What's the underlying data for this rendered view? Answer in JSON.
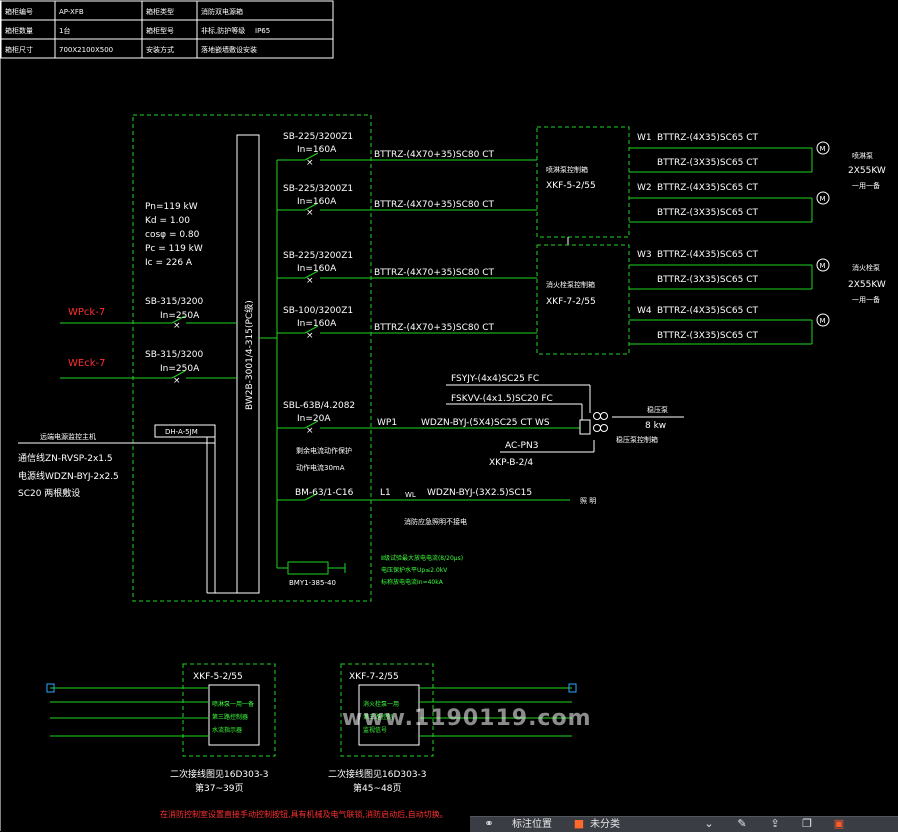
{
  "title_block": {
    "rows": [
      {
        "k1": "箱柜编号",
        "v1": "AP-XFB",
        "k2": "箱柜类型",
        "v2": "消防双电源箱"
      },
      {
        "k1": "箱柜数量",
        "v1": "1台",
        "k2": "箱柜型号",
        "v2": "非标,防护等级",
        "v2b": "IP65"
      },
      {
        "k1": "箱柜尺寸",
        "v1": "700X2100X500",
        "k2": "安装方式",
        "v2": "落地嵌墙敷设安装"
      }
    ]
  },
  "params": {
    "pn": "Pn=119  kW",
    "kd": "Kd  = 1.00",
    "cos": "cosφ  = 0.80",
    "pc": "Pc  =  119  kW",
    "ic": "Ic  =  226  A"
  },
  "incoming": [
    {
      "label": "WPck-7",
      "breaker": "SB-315/3200",
      "rating": "In=250A"
    },
    {
      "label": "WEck-7",
      "breaker": "SB-315/3200",
      "rating": "In=250A"
    }
  ],
  "busbar_label": "BW2B-3001/4-315(PC级)",
  "dhpj": "DH-A-5JM",
  "remote": {
    "title": "远端电源监控主机",
    "l1": "通信线ZN-RVSP-2x1.5",
    "l2": "电源线WDZN-BYJ-2x2.5",
    "l3": "SC20 两根敷设"
  },
  "outgoing": [
    {
      "breaker": "SB-225/3200Z1",
      "rating": "In=160A",
      "cable": "BTTRZ-(4X70+35)SC80 CT"
    },
    {
      "breaker": "SB-225/3200Z1",
      "rating": "In=160A",
      "cable": "BTTRZ-(4X70+35)SC80 CT"
    },
    {
      "breaker": "SB-225/3200Z1",
      "rating": "In=160A",
      "cable": "BTTRZ-(4X70+35)SC80 CT"
    },
    {
      "breaker": "SB-100/3200Z1",
      "rating": "In=160A",
      "cable": "BTTRZ-(4X70+35)SC80 CT"
    }
  ],
  "cabinets": [
    {
      "top": "喷淋泵控制箱",
      "name": "XKF-5-2/55"
    },
    {
      "top": "消火栓泵控制箱",
      "name": "XKF-7-2/55"
    }
  ],
  "motor_lines": [
    {
      "code": "W1",
      "cable": "BTTRZ-(4X35)SC65 CT"
    },
    {
      "code": "",
      "cable": "BTTRZ-(3X35)SC65 CT"
    },
    {
      "code": "W2",
      "cable": "BTTRZ-(4X35)SC65 CT"
    },
    {
      "code": "",
      "cable": "BTTRZ-(3X35)SC65 CT"
    },
    {
      "code": "W3",
      "cable": "BTTRZ-(4X35)SC65 CT"
    },
    {
      "code": "",
      "cable": "BTTRZ-(3X35)SC65 CT"
    },
    {
      "code": "W4",
      "cable": "BTTRZ-(4X35)SC65 CT"
    },
    {
      "code": "",
      "cable": "BTTRZ-(3X35)SC65 CT"
    }
  ],
  "pumps": [
    {
      "name": "喷淋泵",
      "spec": "2X55KW",
      "note": "一用一备"
    },
    {
      "name": "消火栓泵",
      "spec": "2X55KW",
      "note": "一用一备"
    }
  ],
  "branch_wp": {
    "breaker": "SBL-63B/4.2082",
    "rating": "In=20A",
    "code": "WP1",
    "cable": "WDZN-BYJ-(5X4)SC25 CT WS",
    "note1": "剩余电流动作保护",
    "note2": "动作电流30mA",
    "fc1": "FSYJY-(4x4)SC25 FC",
    "fc2": "FSKVV-(4x1.5)SC20 FC",
    "ac": "AC-PN3",
    "xkp": "XKP-B-2/4",
    "pump": "稳压泵",
    "kw": "8 kw",
    "ctrl": "稳压泵控制箱"
  },
  "branch_l1": {
    "breaker": "BM-63/1-C16",
    "code": "L1",
    "wl": "WL",
    "cable": "WDZN-BYJ-(3X2.5)SC15",
    "dest": "照 明",
    "note": "消防应急照明不接电"
  },
  "spd": {
    "model": "BMY1-385-40",
    "n1": "Ⅱ级试验最大放电电流(8/20μs)",
    "n2": "电压保护水平Up≤2.0kV",
    "n3": "标称放电电流In=40kA"
  },
  "bottom_cabinets": [
    {
      "name": "XKF-5-2/55",
      "inner": [
        "喷淋泵一用一备",
        "第三路控制器",
        "水流指示器"
      ],
      "ref1": "二次接线图见16D303-3",
      "ref2": "第37~39页"
    },
    {
      "name": "XKF-7-2/55",
      "inner": [
        "消火栓泵一用",
        "第三路控制",
        "监视信号"
      ],
      "ref1": "二次接线图见16D303-3",
      "ref2": "第45~48页"
    }
  ],
  "bottom_note": "在消防控制室设置直接手动控制按钮,具有机械及电气联锁,消防启动后,自动切换。",
  "watermark": "www.1190119.com",
  "toolbar": {
    "item1": "标注位置",
    "item2": "未分类"
  }
}
